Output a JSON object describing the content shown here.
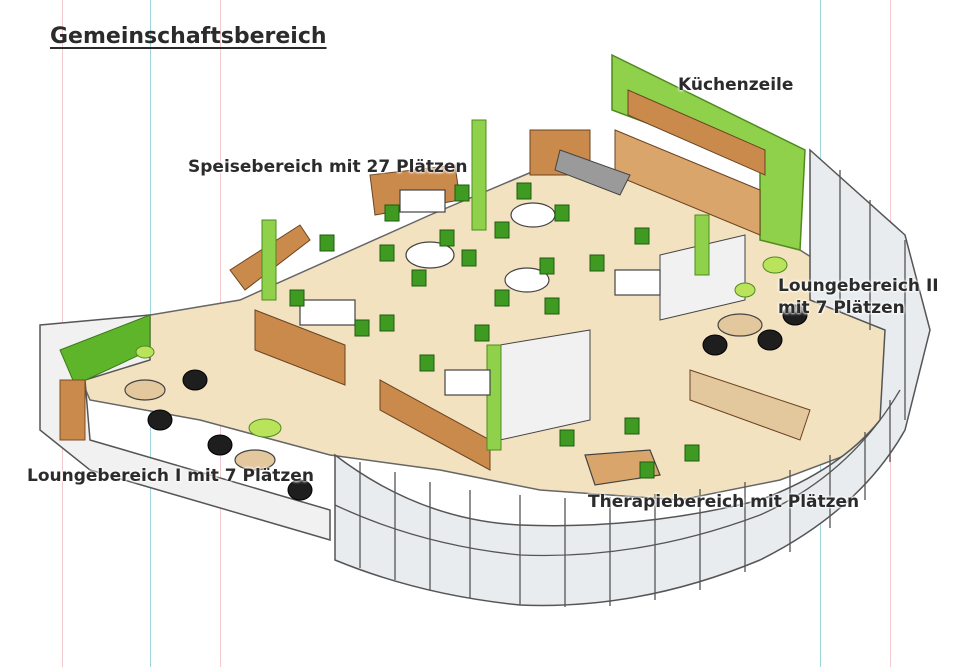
{
  "title": "Gemeinschaftsbereich",
  "labels": {
    "kitchen": "Küchenzeile",
    "dining": "Speisebereich mit 27 Plätzen",
    "lounge2_line1": "Loungebereich II",
    "lounge2_line2": "mit 7 Plätzen",
    "lounge1": "Loungebereich I mit 7 Plätzen",
    "therapy": "Therapiebereich mit Plätzen"
  },
  "colors": {
    "accent_green": "#5fb52a",
    "wood": "#c98a4b",
    "floor": "#f3e2bf",
    "glass": "#e8ecef"
  }
}
